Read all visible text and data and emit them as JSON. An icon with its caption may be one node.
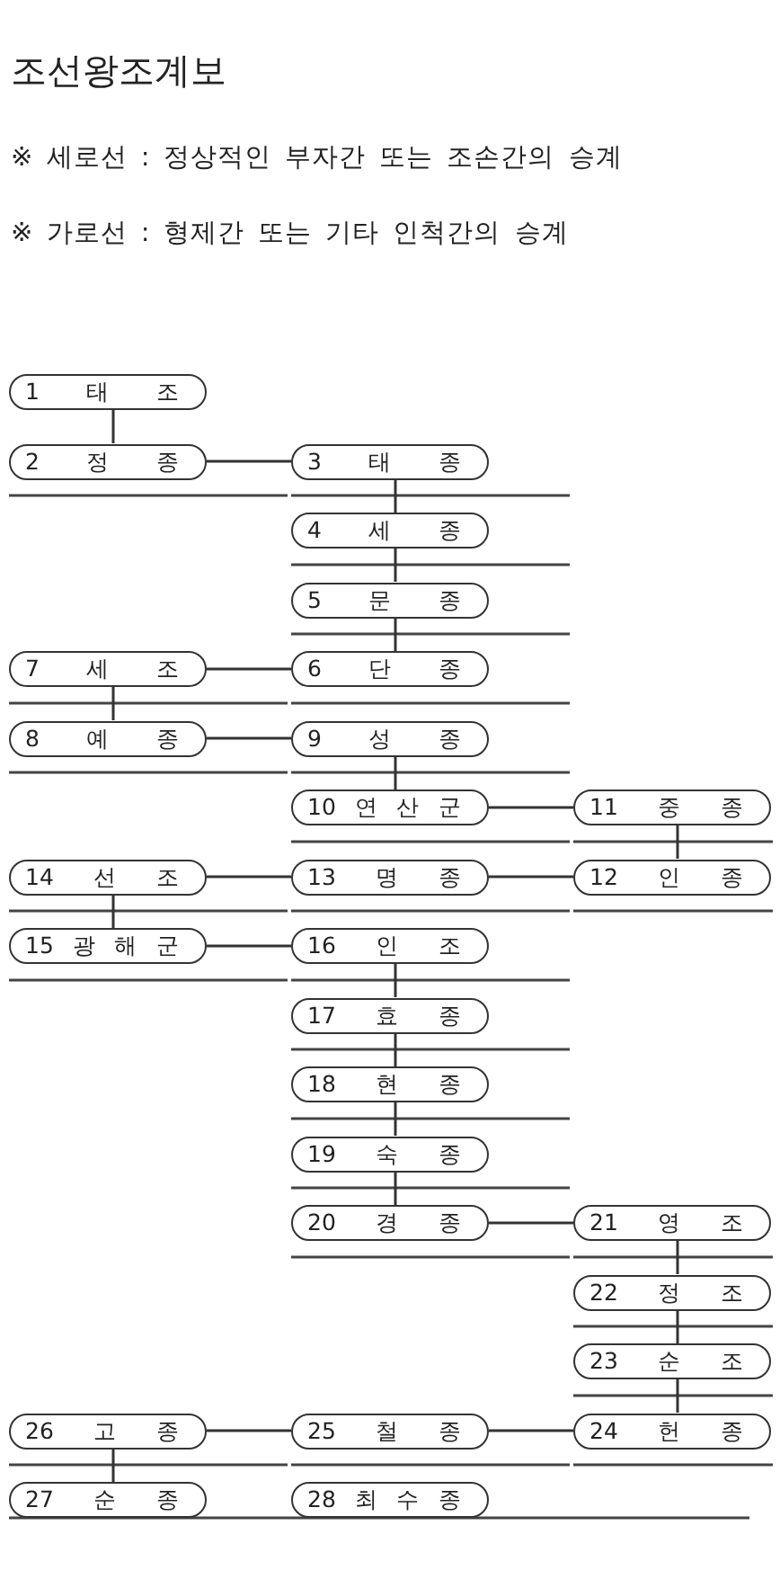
{
  "diagram": {
    "title": "조선왕조계보",
    "nodes": [
      {
        "text": [
          "1 태 조"
        ]
      },
      {
        "text": [
          "2 정 종"
        ]
      },
      {
        "text": [
          "3 태 종"
        ]
      },
      {
        "text": [
          "4 세 종"
        ]
      },
      {
        "text": [
          "5 문 종"
        ]
      },
      {
        "text": [
          "6 단 종"
        ]
      },
      {
        "text": [
          "7 세 조"
        ]
      },
      {
        "text": [
          "8 예 종"
        ]
      },
      {
        "text": [
          "9 성 종"
        ]
      },
      {
        "text": [
          "10 연 산 군"
        ]
      },
      {
        "text": [
          "11 중 종"
        ]
      },
      {
        "text": [
          "12 인 종"
        ]
      },
      {
        "text": [
          "13 명 종"
        ]
      },
      {
        "text": [
          "14 선 조"
        ]
      },
      {
        "text": [
          "15 광 해 군"
        ]
      },
      {
        "text": [
          "16 인 조"
        ]
      },
      {
        "text": [
          "17 효 종"
        ]
      },
      {
        "text": [
          "18 현 종"
        ]
      },
      {
        "text": [
          "19 숙 종"
        ]
      },
      {
        "text": [
          "20 경 종"
        ]
      },
      {
        "text": [
          "21 영 조"
        ]
      },
      {
        "text": [
          "22 정 조"
        ]
      },
      {
        "text": [
          "23 순 조"
        ]
      },
      {
        "text": [
          "24 헌 종"
        ]
      },
      {
        "text": [
          "25 철 종"
        ]
      },
      {
        "text": [
          "26 고 종"
        ]
      },
      {
        "text": [
          "27 순 종"
        ]
      },
      {
        "text": [
          "28 최 수 종"
        ]
      }
    ],
    "edges": [
      {
        "from": 0,
        "to": 1,
        "arrow": "none"
      },
      {
        "from": 1,
        "to": 2,
        "arrow": "none"
      },
      {
        "from": 2,
        "to": 3,
        "arrow": "none"
      },
      {
        "from": 3,
        "to": 4,
        "arrow": "none"
      },
      {
        "from": 4,
        "to": 5,
        "arrow": "none"
      },
      {
        "from": 6,
        "to": 5,
        "arrow": "none"
      },
      {
        "from": 6,
        "to": 7,
        "arrow": "none"
      },
      {
        "from": 7,
        "to": 8,
        "arrow": "none"
      },
      {
        "from": 8,
        "to": 9,
        "arrow": "none"
      },
      {
        "from": 9,
        "to": 10,
        "arrow": "none"
      },
      {
        "from": 10,
        "to": 11,
        "arrow": "none"
      },
      {
        "from": 13,
        "to": 12,
        "arrow": "none"
      },
      {
        "from": 12,
        "to": 11,
        "arrow": "none"
      },
      {
        "from": 13,
        "to": 14,
        "arrow": "none"
      },
      {
        "from": 14,
        "to": 15,
        "arrow": "none"
      },
      {
        "from": 15,
        "to": 16,
        "arrow": "none"
      },
      {
        "from": 16,
        "to": 17,
        "arrow": "none"
      },
      {
        "from": 17,
        "to": 18,
        "arrow": "none"
      },
      {
        "from": 18,
        "to": 19,
        "arrow": "none"
      },
      {
        "from": 19,
        "to": 20,
        "arrow": "none"
      },
      {
        "from": 20,
        "to": 21,
        "arrow": "none"
      },
      {
        "from": 21,
        "to": 22,
        "arrow": "none"
      },
      {
        "from": 22,
        "to": 23,
        "arrow": "none"
      },
      {
        "from": 25,
        "to": 24,
        "arrow": "none"
      },
      {
        "from": 24,
        "to": 23,
        "arrow": "none"
      },
      {
        "from": 25,
        "to": 26,
        "arrow": "none"
      }
    ],
    "labels": [
      "※ 세로선 : 정상적인 부자간 또는 조손간의 승계",
      "※ 가로선 : 형제간 또는 기타 인척간의 승계"
    ]
  }
}
